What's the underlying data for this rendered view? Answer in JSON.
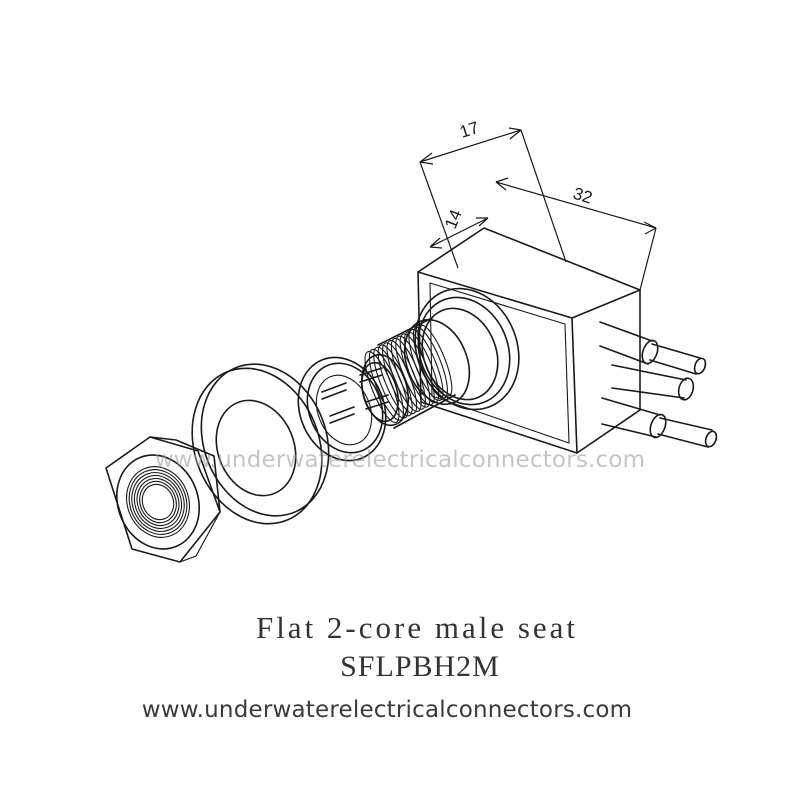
{
  "drawing": {
    "caption_title": "Flat 2-core male seat",
    "caption_model": "SFLPBH2M",
    "dimensions": {
      "top_width": "17",
      "front_width": "14",
      "depth": "32"
    },
    "watermark_middle": "www.underwaterelectricalconnectors.com",
    "watermark_bottom": "www.underwaterelectricalconnectors.com",
    "parts": [
      "hex-nut",
      "flat-washer",
      "o-ring",
      "connector-body"
    ]
  }
}
